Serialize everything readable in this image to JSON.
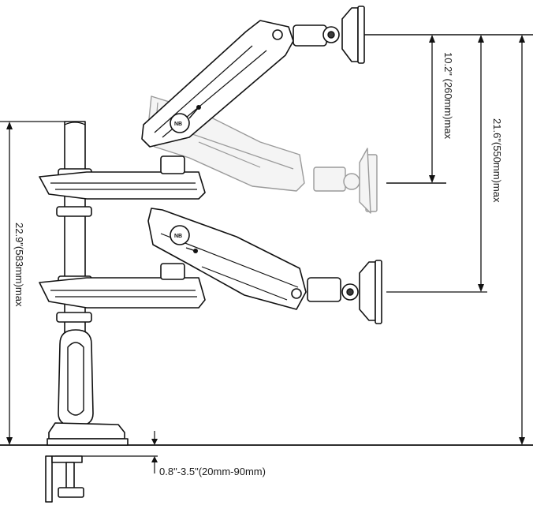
{
  "dimensions": {
    "vertical_travel": "10.2\" (260mm)max",
    "max_arm_height": "21.6\"(550mm)max",
    "pole_height": "22.9\"(583mm)max",
    "clamp_thickness": "0.8\"-3.5\"(20mm-90mm)"
  },
  "logo": {
    "brand_mark": "NB"
  }
}
